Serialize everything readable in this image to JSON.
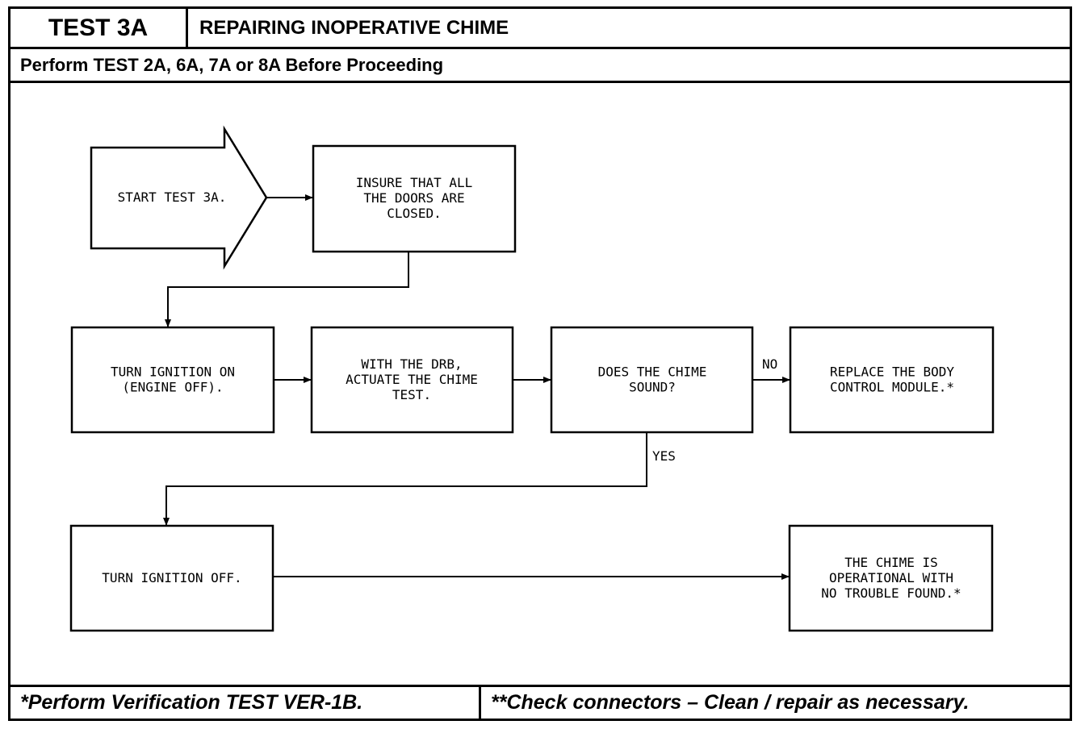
{
  "header": {
    "test_id": "TEST 3A",
    "title": "REPAIRING INOPERATIVE CHIME",
    "prerequisite": "Perform TEST 2A, 6A, 7A or 8A Before Proceeding"
  },
  "footer": {
    "left": "*Perform Verification TEST VER-1B.",
    "right": "**Check connectors – Clean / repair as necessary."
  },
  "flowchart": {
    "nodes": {
      "start": [
        "START TEST 3A."
      ],
      "doors": [
        "INSURE THAT ALL",
        "THE DOORS ARE",
        "CLOSED."
      ],
      "ignition_on": [
        "TURN IGNITION ON",
        "(ENGINE OFF)."
      ],
      "drb": [
        "WITH THE DRB,",
        "ACTUATE THE CHIME",
        "TEST."
      ],
      "question": [
        "DOES THE CHIME",
        "SOUND?"
      ],
      "replace": [
        "REPLACE THE BODY",
        "CONTROL MODULE.*"
      ],
      "ignition_off": [
        "TURN IGNITION OFF."
      ],
      "operational": [
        "THE CHIME IS",
        "OPERATIONAL WITH",
        "NO TROUBLE FOUND.*"
      ]
    },
    "edge_labels": {
      "no": "NO",
      "yes": "YES"
    }
  }
}
